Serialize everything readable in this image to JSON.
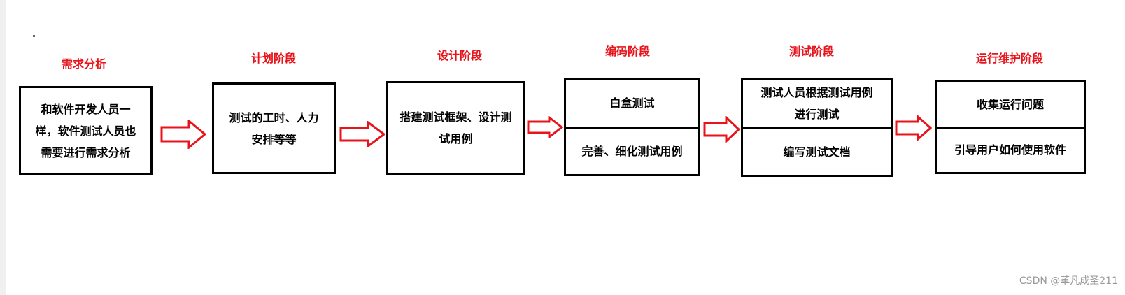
{
  "stages": [
    {
      "label": "需求分析",
      "cells": [
        "和软件开发人员一\n样，软件测试人员也\n需要进行需求分析"
      ]
    },
    {
      "label": "计划阶段",
      "cells": [
        "测试的工时、人力\n安排等等"
      ]
    },
    {
      "label": "设计阶段",
      "cells": [
        "搭建测试框架、设计测\n试用例"
      ]
    },
    {
      "label": "编码阶段",
      "cells": [
        "白盒测试",
        "完善、细化测试用例"
      ]
    },
    {
      "label": "测试阶段",
      "cells": [
        "测试人员根据测试用例\n进行测试",
        "编写测试文档"
      ]
    },
    {
      "label": "运行维护阶段",
      "cells": [
        "收集运行问题",
        "引导用户如何使用软件"
      ]
    }
  ],
  "watermark": "CSDN @革凡成圣211",
  "colors": {
    "label": "#e8141c",
    "arrow": "#e8141c",
    "border": "#000000"
  },
  "connector": "right-arrow-outline-icon"
}
